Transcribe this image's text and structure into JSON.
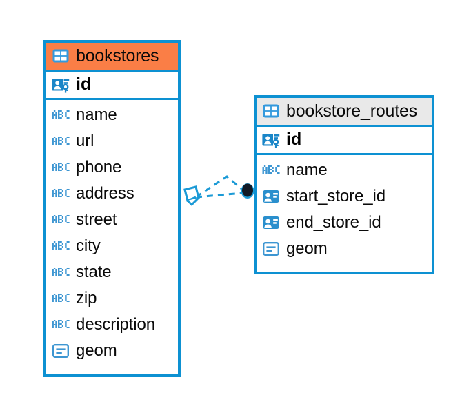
{
  "diagram": {
    "title": "database-er-diagram",
    "background": "#ffffff",
    "accent_blue": "#0d91d2",
    "header_orange": "#fa7e46",
    "header_grey": "#e9e9e9",
    "connector_color": "#1b9ad6",
    "endpoint_color": "#0d1b2a"
  },
  "entities": [
    {
      "id": "bookstores",
      "name": "bookstores",
      "header_style": "orange",
      "table_icon": "table-icon",
      "primary_key": {
        "name": "id",
        "icon": "primary-key-icon"
      },
      "fields": [
        {
          "name": "name",
          "icon": "abc-text-icon"
        },
        {
          "name": "url",
          "icon": "abc-text-icon"
        },
        {
          "name": "phone",
          "icon": "abc-text-icon"
        },
        {
          "name": "address",
          "icon": "abc-text-icon"
        },
        {
          "name": "street",
          "icon": "abc-text-icon"
        },
        {
          "name": "city",
          "icon": "abc-text-icon"
        },
        {
          "name": "state",
          "icon": "abc-text-icon"
        },
        {
          "name": "zip",
          "icon": "abc-text-icon"
        },
        {
          "name": "description",
          "icon": "abc-text-icon"
        },
        {
          "name": "geom",
          "icon": "geometry-icon"
        }
      ]
    },
    {
      "id": "bookstore_routes",
      "name": "bookstore_routes",
      "header_style": "grey",
      "table_icon": "table-icon",
      "primary_key": {
        "name": "id",
        "icon": "primary-key-icon"
      },
      "fields": [
        {
          "name": "name",
          "icon": "abc-text-icon"
        },
        {
          "name": "start_store_id",
          "icon": "foreign-key-icon"
        },
        {
          "name": "end_store_id",
          "icon": "foreign-key-icon"
        },
        {
          "name": "geom",
          "icon": "geometry-icon"
        }
      ]
    }
  ],
  "relationships": [
    {
      "id": "start-store-link",
      "from": "bookstores.id",
      "to": "bookstore_routes.start_store_id",
      "style": "dashed",
      "source_marker": "crows-foot-diamond-marker",
      "target_marker": "filled-circle-marker"
    },
    {
      "id": "end-store-link",
      "from": "bookstores.id",
      "to": "bookstore_routes.end_store_id",
      "style": "dashed",
      "source_marker": "crows-foot-diamond-marker",
      "target_marker": "filled-circle-marker"
    }
  ]
}
